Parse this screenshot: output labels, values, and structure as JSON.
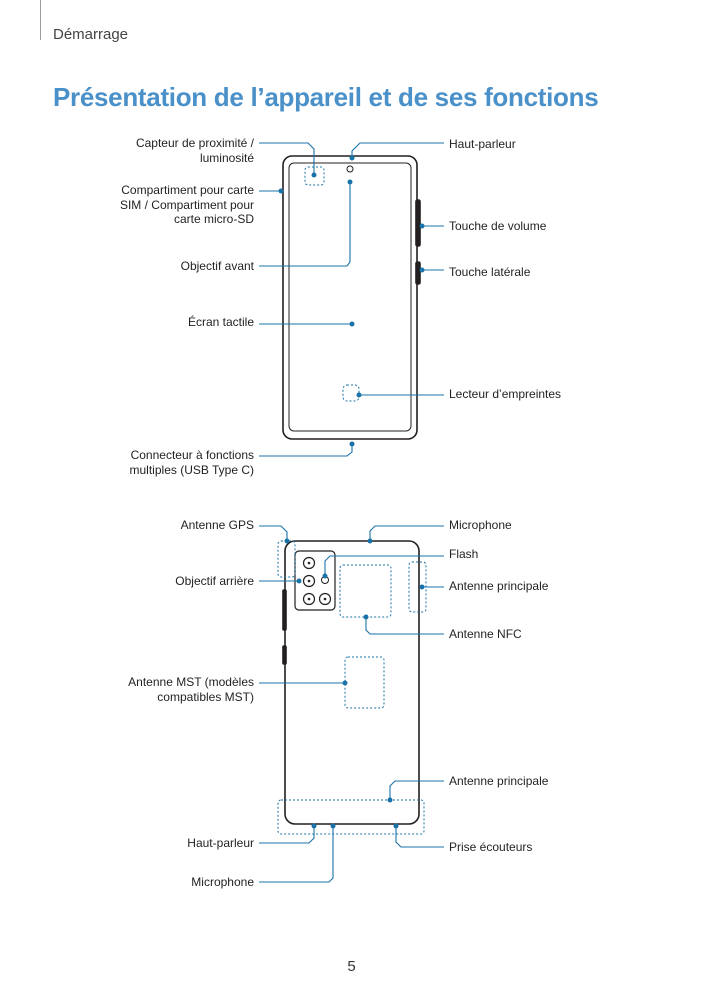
{
  "header": {
    "section": "Démarrage"
  },
  "title": "Présentation de l’appareil et de ses fonctions",
  "front": {
    "labels": {
      "proximity": "Capteur de proximité / luminosité",
      "sim_tray": "Compartiment pour carte SIM / Compartiment pour carte micro-SD",
      "front_camera": "Objectif avant",
      "touchscreen": "Écran tactile",
      "usb": "Connecteur à fonctions multiples (USB Type C)",
      "earpiece": "Haut-parleur",
      "volume": "Touche de volume",
      "side_key": "Touche latérale",
      "fingerprint": "Lecteur d’empreintes"
    }
  },
  "back": {
    "labels": {
      "gps": "Antenne GPS",
      "rear_camera": "Objectif arrière",
      "mst": "Antenne MST (modèles compatibles MST)",
      "speaker": "Haut-parleur",
      "mic_bottom": "Microphone",
      "mic_top": "Microphone",
      "flash": "Flash",
      "main_antenna_1": "Antenne principale",
      "nfc": "Antenne NFC",
      "main_antenna_2": "Antenne principale",
      "headset": "Prise écouteurs"
    }
  },
  "page_number": "5",
  "colors": {
    "accent": "#4a90c9",
    "leader": "#1a73a8",
    "device": "#231f20"
  }
}
